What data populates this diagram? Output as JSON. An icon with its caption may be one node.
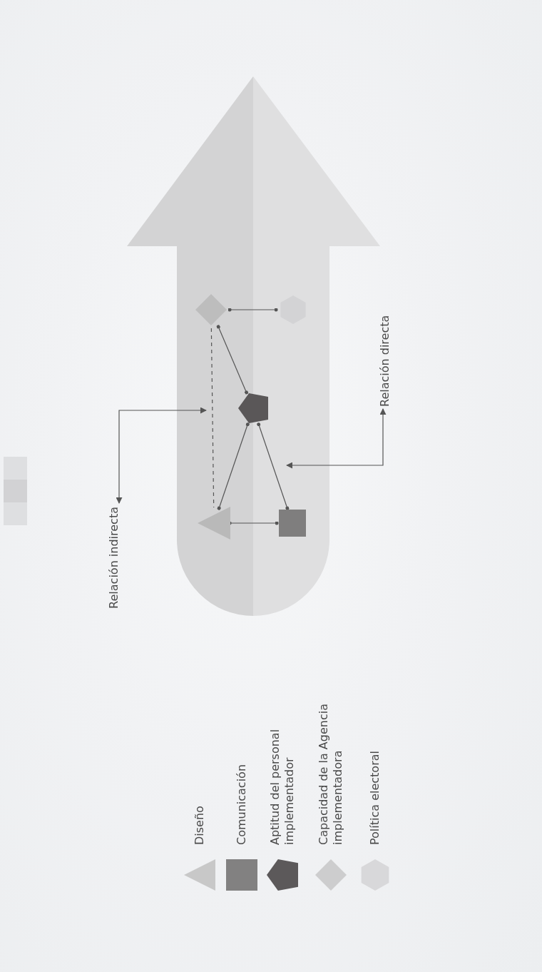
{
  "diagram": {
    "nodes": [
      {
        "text": [],
        "shape": "triangle"
      },
      {
        "text": [],
        "shape": "box"
      },
      {
        "text": [],
        "shape": "pentagon"
      },
      {
        "text": [],
        "shape": "diamond"
      },
      {
        "text": [],
        "shape": "hexagon"
      },
      {
        "text": [
          "Relación indirecta"
        ]
      },
      {
        "text": [
          "Relación directa"
        ]
      }
    ],
    "edges": [
      {
        "from": 3,
        "to": 4,
        "arrow": "other"
      },
      {
        "from": 3,
        "to": 2,
        "arrow": "other"
      },
      {
        "from": 2,
        "to": 0,
        "arrow": "other"
      },
      {
        "from": 2,
        "to": 1,
        "arrow": "other"
      },
      {
        "from": 0,
        "to": 1,
        "arrow": "other"
      },
      {
        "from": 3,
        "to": 0,
        "arrow": "none",
        "style": "dashed"
      },
      {
        "from": 5,
        "to": null,
        "arrow": "both"
      },
      {
        "from": 6,
        "to": null,
        "arrow": "both"
      }
    ],
    "legend": [
      {
        "text": "Diseño",
        "color": "#c8c8c8"
      },
      {
        "text": "Comunicación",
        "color": "#828181"
      },
      {
        "text": "Aptitud del personal implementador",
        "color": "#5c595a"
      },
      {
        "text": "Capacidad de la Agencia implementadora",
        "color": "#cdcdce"
      },
      {
        "text": "Política electoral",
        "color": "#d8d8da"
      }
    ]
  }
}
